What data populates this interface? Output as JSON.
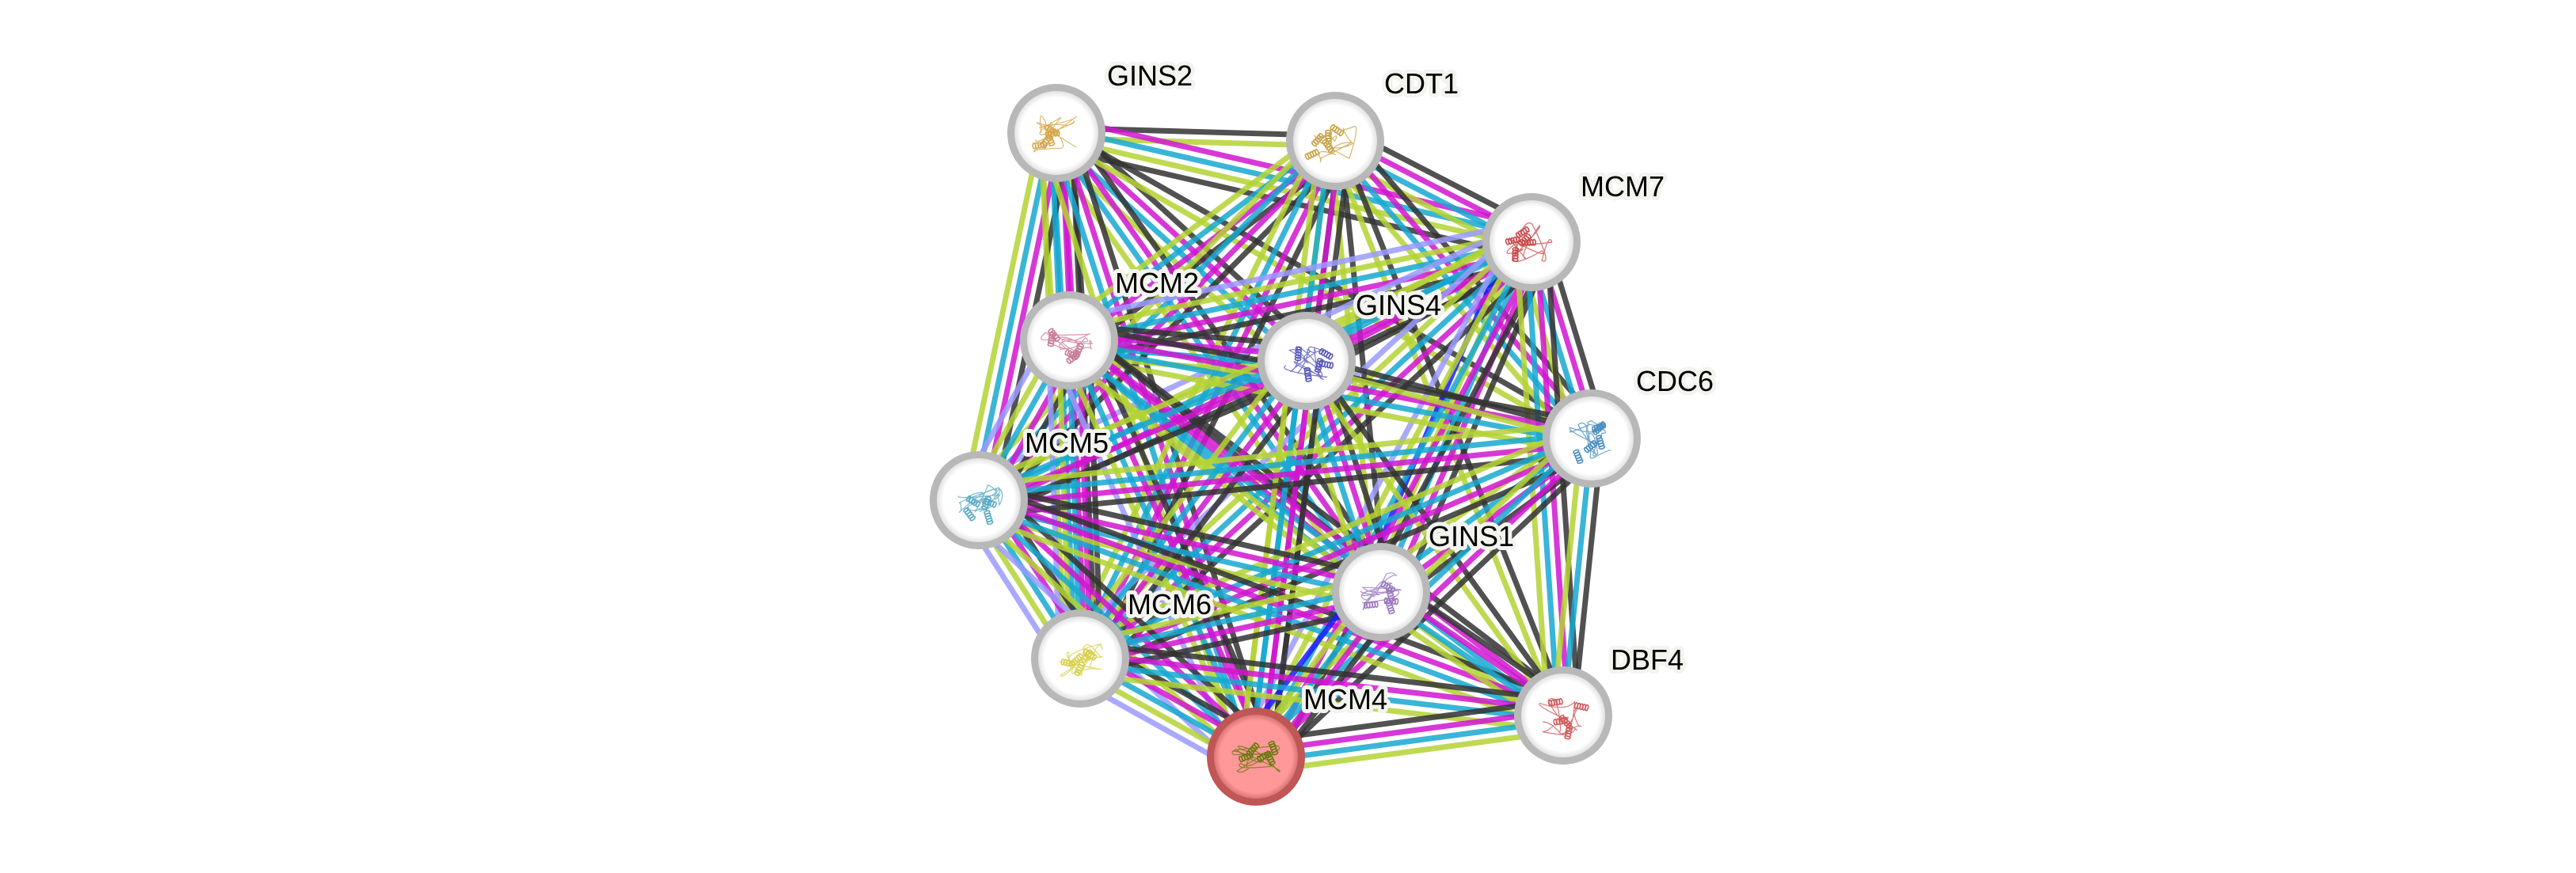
{
  "network": {
    "query_protein": "MCM4",
    "nodes": [
      {
        "id": "GINS2",
        "label": "GINS2",
        "query": false,
        "structure_color": "#d4a94a"
      },
      {
        "id": "CDT1",
        "label": "CDT1",
        "query": false,
        "structure_color": "#c9a146"
      },
      {
        "id": "MCM7",
        "label": "MCM7",
        "query": false,
        "structure_color": "#c84a4a"
      },
      {
        "id": "MCM2",
        "label": "MCM2",
        "query": false,
        "structure_color": "#c97a98"
      },
      {
        "id": "GINS4",
        "label": "GINS4",
        "query": false,
        "structure_color": "#5656b8"
      },
      {
        "id": "CDC6",
        "label": "CDC6",
        "query": false,
        "structure_color": "#4a8ec0"
      },
      {
        "id": "MCM5",
        "label": "MCM5",
        "query": false,
        "structure_color": "#5aaac4"
      },
      {
        "id": "GINS1",
        "label": "GINS1",
        "query": false,
        "structure_color": "#9a78c0"
      },
      {
        "id": "MCM6",
        "label": "MCM6",
        "query": false,
        "structure_color": "#d8d04a"
      },
      {
        "id": "DBF4",
        "label": "DBF4",
        "query": false,
        "structure_color": "#d05a5a"
      },
      {
        "id": "MCM4",
        "label": "MCM4",
        "query": true,
        "structure_color": "#6a7a10"
      }
    ],
    "edge_colors": {
      "textmining": "#b5d334",
      "experiments": "#d116d1",
      "databases": "#17a9d1",
      "coexpression": "#333333",
      "homology": "#9b9bff",
      "gene_fusion": "#1c1cff"
    },
    "node_colors": {
      "ring": "#b8b8b8",
      "fill": "#ffffff",
      "query_fill": "#ff9898",
      "query_ring": "#c05656"
    },
    "edges": [
      {
        "source": "GINS2",
        "target": "CDT1",
        "evidence": [
          "coexpression",
          "textmining"
        ]
      },
      {
        "source": "GINS2",
        "target": "MCM7",
        "evidence": [
          "experiments",
          "databases",
          "textmining",
          "coexpression"
        ]
      },
      {
        "source": "GINS2",
        "target": "MCM2",
        "evidence": [
          "coexpression",
          "experiments",
          "databases",
          "textmining"
        ]
      },
      {
        "source": "GINS2",
        "target": "GINS4",
        "evidence": [
          "coexpression",
          "experiments",
          "databases",
          "textmining"
        ]
      },
      {
        "source": "GINS2",
        "target": "MCM5",
        "evidence": [
          "coexpression",
          "experiments",
          "databases",
          "textmining"
        ]
      },
      {
        "source": "GINS2",
        "target": "GINS1",
        "evidence": [
          "coexpression",
          "experiments",
          "databases",
          "textmining"
        ]
      },
      {
        "source": "GINS2",
        "target": "MCM6",
        "evidence": [
          "coexpression",
          "experiments",
          "databases",
          "textmining"
        ]
      },
      {
        "source": "GINS2",
        "target": "MCM4",
        "evidence": [
          "coexpression",
          "experiments",
          "databases",
          "textmining"
        ]
      },
      {
        "source": "GINS2",
        "target": "CDC6",
        "evidence": [
          "coexpression",
          "textmining"
        ]
      },
      {
        "source": "CDT1",
        "target": "MCM7",
        "evidence": [
          "coexpression",
          "experiments",
          "databases",
          "textmining"
        ]
      },
      {
        "source": "CDT1",
        "target": "MCM2",
        "evidence": [
          "coexpression",
          "experiments",
          "databases",
          "textmining"
        ]
      },
      {
        "source": "CDT1",
        "target": "GINS4",
        "evidence": [
          "coexpression",
          "textmining"
        ]
      },
      {
        "source": "CDT1",
        "target": "CDC6",
        "evidence": [
          "coexpression",
          "experiments",
          "databases",
          "textmining"
        ]
      },
      {
        "source": "CDT1",
        "target": "MCM5",
        "evidence": [
          "coexpression",
          "experiments",
          "databases",
          "textmining"
        ]
      },
      {
        "source": "CDT1",
        "target": "GINS1",
        "evidence": [
          "coexpression",
          "textmining"
        ]
      },
      {
        "source": "CDT1",
        "target": "MCM6",
        "evidence": [
          "coexpression",
          "experiments",
          "databases",
          "textmining"
        ]
      },
      {
        "source": "CDT1",
        "target": "MCM4",
        "evidence": [
          "coexpression",
          "experiments",
          "databases",
          "textmining"
        ]
      },
      {
        "source": "CDT1",
        "target": "DBF4",
        "evidence": [
          "coexpression",
          "textmining"
        ]
      },
      {
        "source": "MCM7",
        "target": "MCM2",
        "evidence": [
          "coexpression",
          "experiments",
          "databases",
          "textmining",
          "homology"
        ]
      },
      {
        "source": "MCM7",
        "target": "GINS4",
        "evidence": [
          "coexpression",
          "experiments",
          "databases",
          "textmining"
        ]
      },
      {
        "source": "MCM7",
        "target": "CDC6",
        "evidence": [
          "coexpression",
          "experiments",
          "databases",
          "textmining"
        ]
      },
      {
        "source": "MCM7",
        "target": "MCM5",
        "evidence": [
          "coexpression",
          "experiments",
          "databases",
          "textmining",
          "homology"
        ]
      },
      {
        "source": "MCM7",
        "target": "GINS1",
        "evidence": [
          "coexpression",
          "experiments",
          "databases",
          "textmining",
          "gene_fusion"
        ]
      },
      {
        "source": "MCM7",
        "target": "MCM6",
        "evidence": [
          "coexpression",
          "experiments",
          "databases",
          "textmining",
          "homology"
        ]
      },
      {
        "source": "MCM7",
        "target": "MCM4",
        "evidence": [
          "coexpression",
          "experiments",
          "databases",
          "textmining",
          "homology"
        ]
      },
      {
        "source": "MCM7",
        "target": "DBF4",
        "evidence": [
          "coexpression",
          "experiments",
          "databases",
          "textmining"
        ]
      },
      {
        "source": "MCM2",
        "target": "GINS4",
        "evidence": [
          "coexpression",
          "experiments",
          "databases",
          "textmining"
        ]
      },
      {
        "source": "MCM2",
        "target": "CDC6",
        "evidence": [
          "coexpression",
          "experiments",
          "databases",
          "textmining"
        ]
      },
      {
        "source": "MCM2",
        "target": "MCM5",
        "evidence": [
          "coexpression",
          "experiments",
          "databases",
          "textmining",
          "homology"
        ]
      },
      {
        "source": "MCM2",
        "target": "GINS1",
        "evidence": [
          "coexpression",
          "experiments",
          "databases",
          "textmining"
        ]
      },
      {
        "source": "MCM2",
        "target": "MCM6",
        "evidence": [
          "coexpression",
          "experiments",
          "databases",
          "textmining",
          "homology"
        ]
      },
      {
        "source": "MCM2",
        "target": "MCM4",
        "evidence": [
          "coexpression",
          "experiments",
          "databases",
          "textmining",
          "homology"
        ]
      },
      {
        "source": "MCM2",
        "target": "DBF4",
        "evidence": [
          "coexpression",
          "experiments",
          "databases",
          "textmining"
        ]
      },
      {
        "source": "GINS4",
        "target": "CDC6",
        "evidence": [
          "coexpression",
          "textmining"
        ]
      },
      {
        "source": "GINS4",
        "target": "MCM5",
        "evidence": [
          "coexpression",
          "experiments",
          "databases",
          "textmining"
        ]
      },
      {
        "source": "GINS4",
        "target": "GINS1",
        "evidence": [
          "coexpression",
          "experiments",
          "databases",
          "textmining"
        ]
      },
      {
        "source": "GINS4",
        "target": "MCM6",
        "evidence": [
          "coexpression",
          "experiments",
          "databases",
          "textmining"
        ]
      },
      {
        "source": "GINS4",
        "target": "MCM4",
        "evidence": [
          "coexpression",
          "experiments",
          "databases",
          "textmining"
        ]
      },
      {
        "source": "GINS4",
        "target": "DBF4",
        "evidence": [
          "coexpression",
          "textmining"
        ]
      },
      {
        "source": "CDC6",
        "target": "MCM5",
        "evidence": [
          "coexpression",
          "experiments",
          "databases",
          "textmining"
        ]
      },
      {
        "source": "CDC6",
        "target": "GINS1",
        "evidence": [
          "coexpression",
          "experiments",
          "databases",
          "textmining"
        ]
      },
      {
        "source": "CDC6",
        "target": "MCM6",
        "evidence": [
          "coexpression",
          "experiments",
          "databases",
          "textmining"
        ]
      },
      {
        "source": "CDC6",
        "target": "MCM4",
        "evidence": [
          "coexpression",
          "experiments",
          "databases",
          "textmining"
        ]
      },
      {
        "source": "CDC6",
        "target": "DBF4",
        "evidence": [
          "coexpression",
          "databases",
          "textmining"
        ]
      },
      {
        "source": "MCM5",
        "target": "GINS1",
        "evidence": [
          "coexpression",
          "experiments",
          "databases",
          "textmining"
        ]
      },
      {
        "source": "MCM5",
        "target": "MCM6",
        "evidence": [
          "coexpression",
          "experiments",
          "databases",
          "textmining",
          "homology"
        ]
      },
      {
        "source": "MCM5",
        "target": "MCM4",
        "evidence": [
          "coexpression",
          "experiments",
          "databases",
          "textmining",
          "homology"
        ]
      },
      {
        "source": "MCM5",
        "target": "DBF4",
        "evidence": [
          "coexpression",
          "experiments",
          "databases",
          "textmining"
        ]
      },
      {
        "source": "GINS1",
        "target": "MCM6",
        "evidence": [
          "coexpression",
          "experiments",
          "databases",
          "textmining"
        ]
      },
      {
        "source": "GINS1",
        "target": "MCM4",
        "evidence": [
          "coexpression",
          "experiments",
          "databases",
          "textmining",
          "gene_fusion"
        ]
      },
      {
        "source": "GINS1",
        "target": "DBF4",
        "evidence": [
          "coexpression",
          "experiments",
          "databases",
          "textmining"
        ]
      },
      {
        "source": "MCM6",
        "target": "MCM4",
        "evidence": [
          "coexpression",
          "experiments",
          "databases",
          "textmining",
          "homology"
        ]
      },
      {
        "source": "MCM6",
        "target": "DBF4",
        "evidence": [
          "coexpression",
          "experiments",
          "databases",
          "textmining"
        ]
      },
      {
        "source": "MCM4",
        "target": "DBF4",
        "evidence": [
          "coexpression",
          "experiments",
          "databases",
          "textmining"
        ]
      }
    ]
  }
}
